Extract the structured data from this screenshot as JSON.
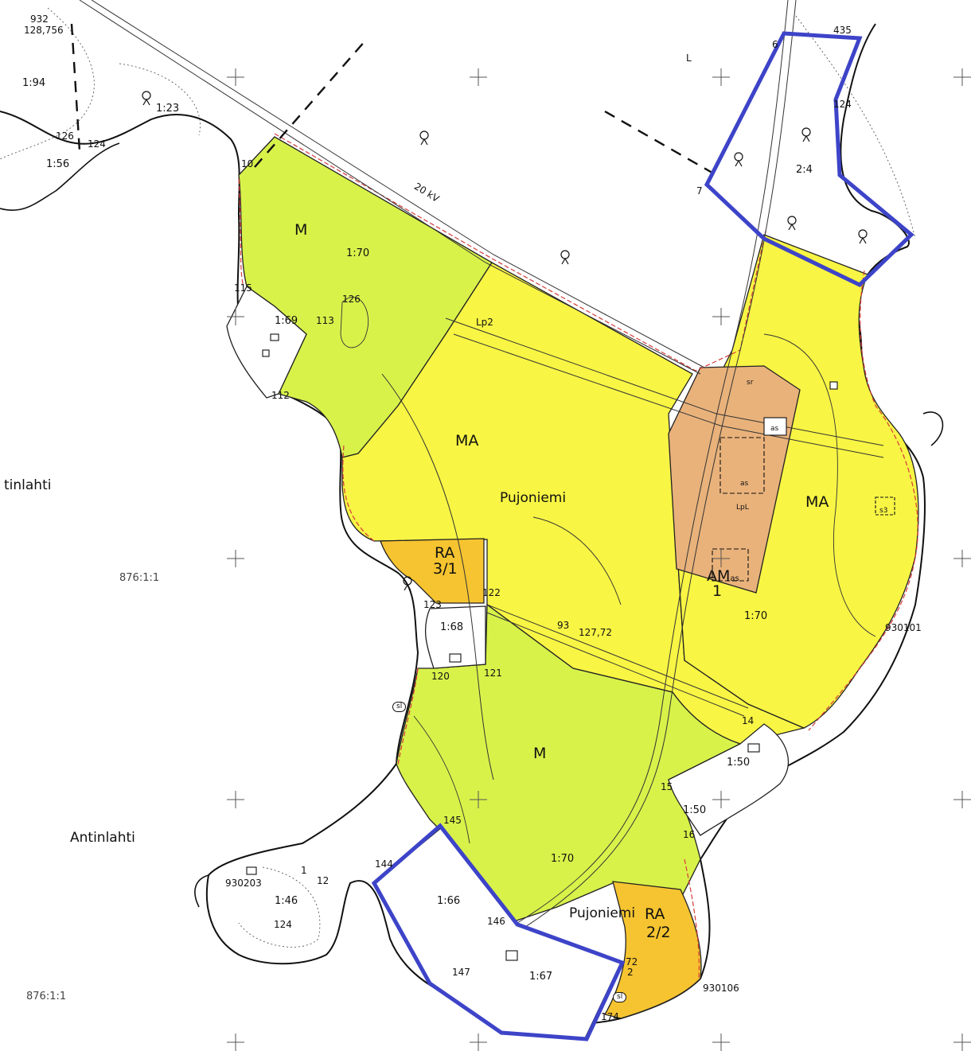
{
  "map": {
    "colors": {
      "forest_M": "#d8f24a",
      "agri_MA": "#f8f544",
      "farmstead_AM": "#e9b27b",
      "holiday_RA": "#f6c430",
      "highlight": "#3d44c8",
      "boundary_red": "#d63a3a"
    },
    "zones": [
      {
        "id": "m-north",
        "code": "M"
      },
      {
        "id": "ma-center",
        "code": "MA"
      },
      {
        "id": "ma-east",
        "code": "MA"
      },
      {
        "id": "m-south",
        "code": "M"
      },
      {
        "id": "am",
        "code": "AM",
        "sup": "as",
        "num": "1"
      },
      {
        "id": "ra-west",
        "code": "RA",
        "num": "3/1"
      },
      {
        "id": "ra-south",
        "code": "RA",
        "num": "2/2"
      }
    ],
    "place_names": [
      "tinlahti",
      "Antinlahti",
      "Pujoniemi",
      "Pujoniemi"
    ],
    "municipality_codes": [
      "876:1:1",
      "876:1:1"
    ],
    "parcel_labels": [
      "1:94",
      "1:23",
      "1:56",
      "1:70",
      "1:69",
      "1:68",
      "1:70",
      "1:50",
      "1:50",
      "1:46",
      "1:66",
      "1:67",
      "1:70",
      "2:4"
    ],
    "small_numbers": [
      "932",
      "128,756",
      "126",
      "124",
      "10",
      "115",
      "113",
      "112",
      "126",
      "122",
      "123",
      "120",
      "121",
      "93",
      "127,72",
      "145",
      "144",
      "146",
      "147",
      "12",
      "930203",
      "124",
      "1",
      "14",
      "15",
      "16",
      "124",
      "930101",
      "930106",
      "72",
      "2",
      "174",
      "435",
      "7",
      "6"
    ],
    "misc_labels": [
      "20 kV",
      "Lp2",
      "sr",
      "as",
      "as",
      "LpL",
      "sl",
      "sl",
      "s3",
      "L"
    ]
  }
}
